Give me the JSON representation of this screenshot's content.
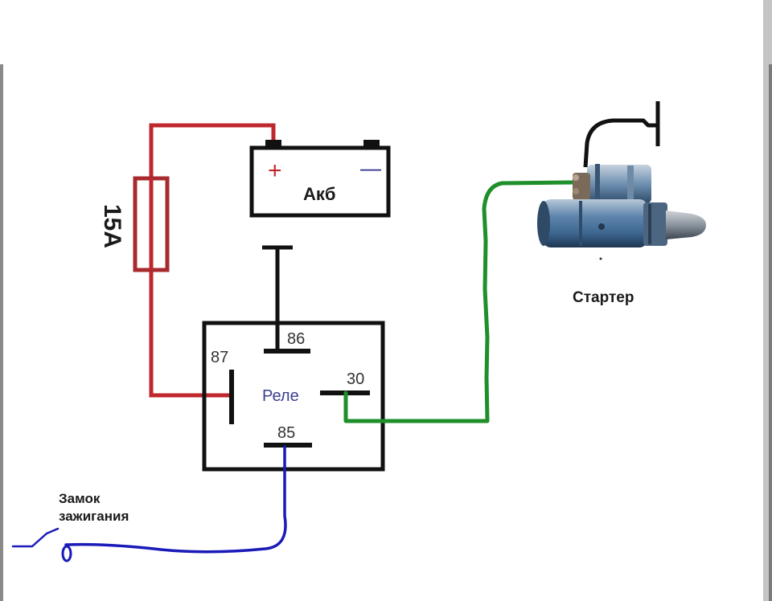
{
  "diagram": {
    "battery": {
      "label": "Акб",
      "plus": "+",
      "minus": "—"
    },
    "fuse": {
      "label": "15A"
    },
    "relay": {
      "label": "Реле",
      "pins": {
        "p86": "86",
        "p87": "87",
        "p30": "30",
        "p85": "85"
      }
    },
    "starter": {
      "label": "Стартер"
    },
    "ignition": {
      "line1": "Замок",
      "line2": "зажигания"
    },
    "colors": {
      "red_wire": "#c0272d",
      "green_wire": "#1e8f2a",
      "blue_wire": "#1a1ab8",
      "black": "#111111",
      "relay_text": "#3b3f8f",
      "plus": "#c0272d",
      "minus": "#2b2b8c"
    }
  }
}
